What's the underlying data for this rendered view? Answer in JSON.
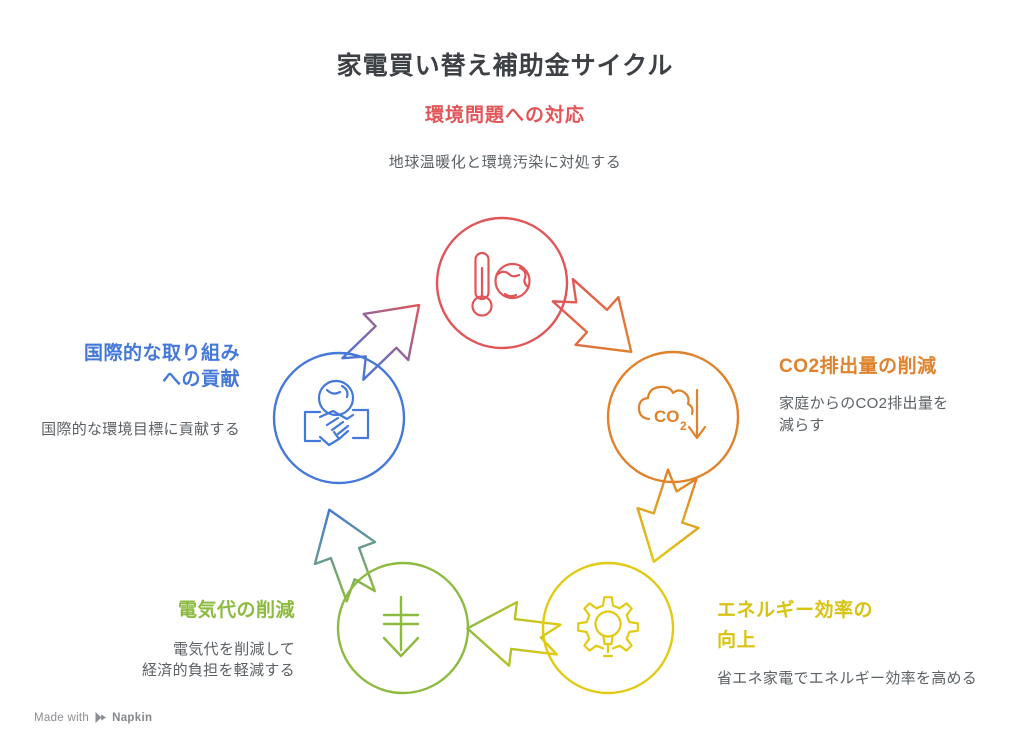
{
  "title": "家電買い替え補助金サイクル",
  "cycle_direction": "clockwise",
  "nodes": [
    {
      "id": "environment-response",
      "color": "#e15558",
      "label": "環境問題への対応",
      "description": "地球温暖化と環境汚染に対処する",
      "icon": "thermometer-globe-icon"
    },
    {
      "id": "co2-reduction",
      "color": "#e0822b",
      "label": "CO2排出量の削減",
      "description_line1": "家庭からのCO2排出量を",
      "description_line2": "減らす",
      "icon": "co2-cloud-arrow-icon"
    },
    {
      "id": "energy-efficiency",
      "color": "#d9c210",
      "label_line1": "エネルギー効率の",
      "label_line2": "向上",
      "description": "省エネ家電でエネルギー効率を高める",
      "icon": "gear-lightbulb-icon"
    },
    {
      "id": "electricity-cost-reduction",
      "color": "#8dbb40",
      "label": "電気代の削減",
      "description_line1": "電気代を削減して",
      "description_line2": "経済的負担を軽減する",
      "icon": "cost-down-arrow-icon"
    },
    {
      "id": "international-contribution",
      "color": "#4478d9",
      "label_line1": "国際的な取り組み",
      "label_line2": "への貢献",
      "description": "国際的な環境目標に貢献する",
      "icon": "handshake-globe-icon"
    }
  ],
  "co2_icon_text": {
    "co": "CO",
    "sub": "2"
  },
  "footer": {
    "made_with": "Made with",
    "brand": "Napkin"
  },
  "colors": {
    "red": "#e15558",
    "orange": "#e0822b",
    "yellow": "#e2ca12",
    "green": "#8dbb40",
    "blue": "#4478d9",
    "title_text": "#3d4145",
    "body_text": "#5b6165",
    "footer_text": "#8b8e92"
  }
}
